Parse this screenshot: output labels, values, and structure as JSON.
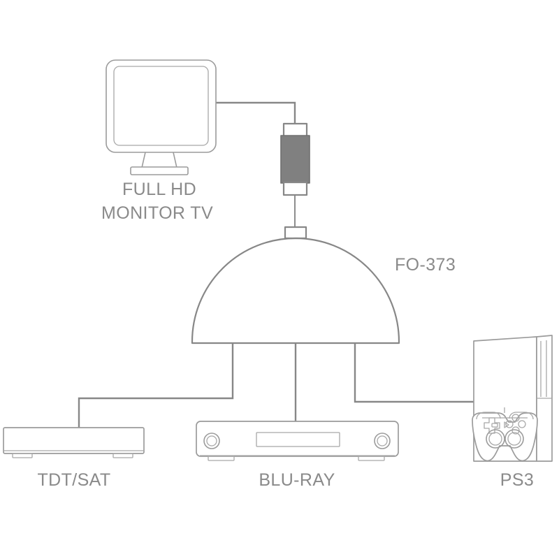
{
  "diagram": {
    "title": "FO-373 HDMI Switch Connection Diagram",
    "stroke_color": "#878787",
    "device_stroke_color": "#9b9b9b",
    "label_color": "#8a8a8a",
    "connector_body_color": "#808080",
    "background_color": "#ffffff"
  },
  "display": {
    "label_line1": "FULL HD",
    "label_line2": "MONITOR TV",
    "icon": "monitor-icon"
  },
  "adapter": {
    "label": "hdmi-connector",
    "body_color": "#808080"
  },
  "switch": {
    "model_label": "FO-373",
    "icon": "dome-switch-icon",
    "input_count": 3,
    "output_count": 1
  },
  "sources": [
    {
      "id": "tdt-sat",
      "label": "TDT/SAT",
      "icon": "set-top-box-icon"
    },
    {
      "id": "blu-ray",
      "label": "BLU-RAY",
      "icon": "blu-ray-player-icon"
    },
    {
      "id": "ps3",
      "label": "PS3",
      "icon": "game-console-icon"
    }
  ],
  "connections": [
    {
      "from": "monitor",
      "to": "adapter"
    },
    {
      "from": "adapter",
      "to": "switch-output"
    },
    {
      "from": "switch-input-1",
      "to": "tdt-sat"
    },
    {
      "from": "switch-input-2",
      "to": "blu-ray"
    },
    {
      "from": "switch-input-3",
      "to": "ps3"
    }
  ]
}
